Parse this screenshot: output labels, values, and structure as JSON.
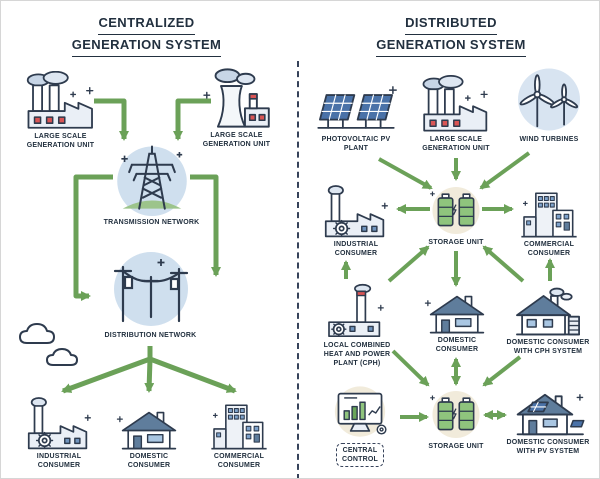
{
  "left_panel": {
    "title_line1": "CENTRALIZED",
    "title_line2": "GENERATION SYSTEM",
    "nodes": {
      "gen_left": {
        "label": "LARGE SCALE\nGENERATION UNIT"
      },
      "gen_right": {
        "label": "LARGE SCALE\nGENERATION UNIT"
      },
      "transmission": {
        "label": "TRANSMISSION NETWORK"
      },
      "distribution": {
        "label": "DISTRIBUTION NETWORK"
      },
      "industrial": {
        "label": "INDUSTRIAL\nCONSUMER"
      },
      "domestic": {
        "label": "DOMESTIC\nCONSUMER"
      },
      "commercial": {
        "label": "COMMERCIAL\nCONSUMER"
      }
    }
  },
  "right_panel": {
    "title_line1": "DISTRIBUTED",
    "title_line2": "GENERATION SYSTEM",
    "nodes": {
      "pv_plant": {
        "label": "PHOTOVOLTAIC PV\nPLANT"
      },
      "gen_unit": {
        "label": "LARGE SCALE\nGENERATION UNIT"
      },
      "wind_turbines": {
        "label": "WIND TURBINES"
      },
      "industrial": {
        "label": "INDUSTRIAL\nCONSUMER"
      },
      "storage_upper": {
        "label": "STORAGE UNIT"
      },
      "commercial": {
        "label": "COMMERCIAL\nCONSUMER"
      },
      "cph_plant": {
        "label": "LOCAL COMBINED\nHEAT AND POWER\nPLANT (CPH)"
      },
      "domestic": {
        "label": "DOMESTIC\nCONSUMER"
      },
      "domestic_cph": {
        "label": "DOMESTIC CONSUMER\nWITH CPH SYSTEM"
      },
      "central_control": {
        "label": "CENTRAL\nCONTROL"
      },
      "storage_lower": {
        "label": "STORAGE UNIT"
      },
      "domestic_pv": {
        "label": "DOMESTIC CONSUMER\nWITH PV SYSTEM"
      }
    }
  },
  "colors": {
    "outline": "#2e3b4e",
    "title_text": "#22303f",
    "arrow_green": "#6ba158",
    "circle_blue": "#cfdfee",
    "circle_beige": "#f1ebdb",
    "battery_green": "#8fc47d",
    "accent_red": "#d95555",
    "roof_blue": "#5f7d9c",
    "panel_blue": "#4a72a8"
  }
}
